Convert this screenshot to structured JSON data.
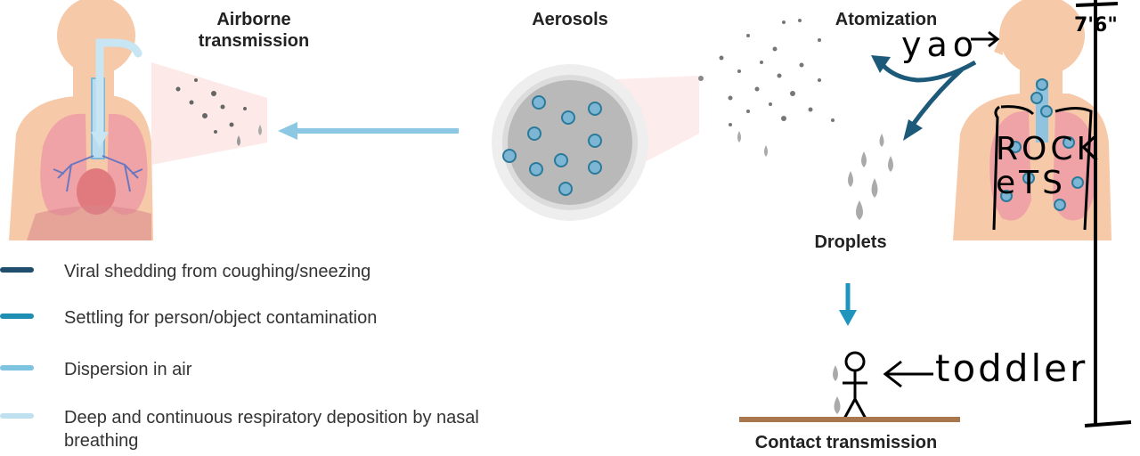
{
  "labels": {
    "airborne": [
      "Airborne",
      "transmission"
    ],
    "aerosols": "Aerosols",
    "atomization": "Atomization",
    "droplets": "Droplets",
    "contact": "Contact transmission"
  },
  "legend": [
    {
      "text": "Viral shedding from coughing/sneezing",
      "color": "#1f4e6e"
    },
    {
      "text": "Settling for person/object contamination",
      "color": "#1e8fb2"
    },
    {
      "text": "Dispersion in air",
      "color": "#7ec3e0"
    },
    {
      "text": "Deep and continuous respiratory deposition by nasal breathing",
      "color": "#bfe0ef"
    }
  ],
  "annotations": {
    "name": "yao",
    "body_text_1": "ROCK",
    "body_text_2": "eTS",
    "height": "7'6\"",
    "toddler": "toddler"
  },
  "colors": {
    "skin": "#f6c9a8",
    "lung": "#f0a3a6",
    "arrow_light": "#8cc8e4",
    "arrow_dark": "#1d5a7a",
    "arrow_teal": "#1f95bd",
    "ground": "#a9774e"
  }
}
